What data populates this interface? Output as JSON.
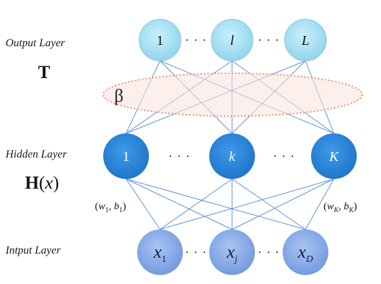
{
  "layers": {
    "output": {
      "name": "Output Layer",
      "symbol": "T",
      "nodes": [
        "1",
        "l",
        "L"
      ]
    },
    "hidden": {
      "name": "Hidden Layer",
      "symbol": "H(x)",
      "nodes": [
        "1",
        "k",
        "K"
      ]
    },
    "input": {
      "name": "Intput Layer",
      "nodes": [
        "x1",
        "xj",
        "xD"
      ]
    }
  },
  "ellipsis": "· · ·",
  "beta_label": "β",
  "params": {
    "first": "(w1, b1)",
    "last": "(wK, bK)"
  },
  "colors": {
    "output_node": "#9ddcf0",
    "hidden_node": "#2784d8",
    "input_node": "#7ea3e6",
    "connection": "#5b8fd9",
    "beta_ellipse_fill": "#fbe3dc",
    "beta_ellipse_stroke": "#f08a6e"
  }
}
